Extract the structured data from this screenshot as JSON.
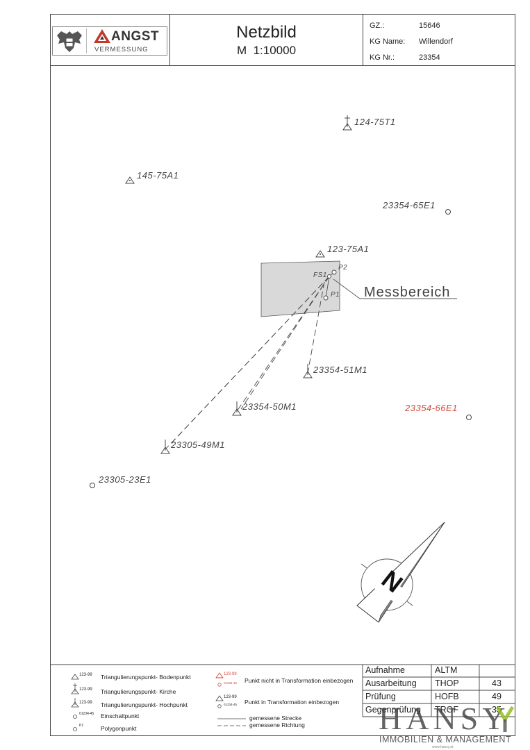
{
  "header": {
    "logo_brand": "ANGST",
    "logo_sub": "VERMESSUNG",
    "title": "Netzbild",
    "scale": "M  1:10000",
    "fields": [
      {
        "label": "GZ.:",
        "value": "15646"
      },
      {
        "label": "KG Name:",
        "value": "Willendorf"
      },
      {
        "label": "KG Nr.:",
        "value": "23354"
      }
    ]
  },
  "points": [
    {
      "id": "124-75T1",
      "type": "kirche",
      "red": false
    },
    {
      "id": "145-75A1",
      "type": "boden",
      "red": false
    },
    {
      "id": "23354-65E1",
      "type": "einschalt",
      "red": false
    },
    {
      "id": "123-75A1",
      "type": "boden",
      "red": false
    },
    {
      "id": "23354-51M1",
      "type": "hoch",
      "red": false
    },
    {
      "id": "23354-50M1",
      "type": "hoch",
      "red": false
    },
    {
      "id": "23305-49M1",
      "type": "hoch",
      "red": false
    },
    {
      "id": "23354-66E1",
      "type": "einschalt",
      "red": true
    },
    {
      "id": "23305-23E1",
      "type": "einschalt",
      "red": false
    }
  ],
  "local_points": [
    "FS1",
    "P2",
    "P1"
  ],
  "measure_area_label": "Messbereich",
  "north_symbol": "N",
  "legend": {
    "left": [
      {
        "sym": "123-99",
        "text": "Triangulierungspunkt- Bodenpunkt"
      },
      {
        "sym": "123-99",
        "text": "Triangulierungspunkt- Kirche"
      },
      {
        "sym": "123-99",
        "text": "Triangulierungspunkt- Hochpunkt"
      },
      {
        "sym": "01234-45",
        "text": "Einschaltpunkt"
      },
      {
        "sym": "P1",
        "text": "Polygonpunkt"
      }
    ],
    "right": [
      {
        "sym": "123-99",
        "sym2": "01234-45",
        "text": "Punkt nicht in Transformation einbezogen"
      },
      {
        "sym": "123-99",
        "sym2": "01234-45",
        "text": "Punkt in Transformation einbezogen"
      }
    ],
    "lines": [
      {
        "text": "gemessene Strecke"
      },
      {
        "text": "gemessene Richtung"
      }
    ]
  },
  "table": [
    {
      "role": "Aufnahme",
      "code": "ALTM",
      "num": ""
    },
    {
      "role": "Ausarbeitung",
      "code": "THOP",
      "num": "43"
    },
    {
      "role": "Prüfung",
      "code": "HOFB",
      "num": "49"
    },
    {
      "role": "Gegenprüfung",
      "code": "TROF",
      "num": "35"
    }
  ],
  "watermark": {
    "brand": "HANSY",
    "tagline": "IMMOBILIEN & MANAGEMENT",
    "url": "www.hansy.at"
  },
  "colors": {
    "line": "#444444",
    "red": "#d24a3c",
    "area": "#d9d9d9"
  }
}
